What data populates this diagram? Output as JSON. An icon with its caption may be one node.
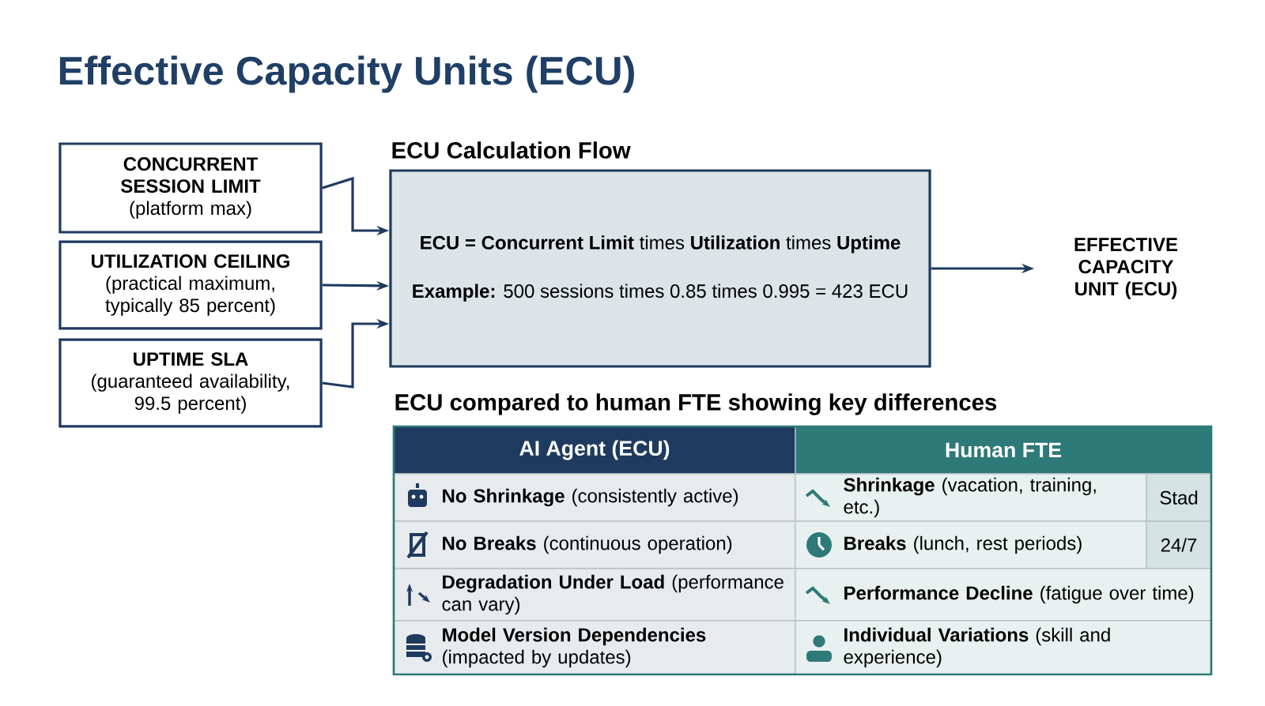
{
  "diagram": {
    "title": "Effective Capacity Units (ECU)",
    "nodes": [
      {
        "text": [
          "CONCURRENT SESSION LIMIT",
          "(platform max)"
        ]
      },
      {
        "text": [
          "UTILIZATION CEILING",
          "(practical maximum, typically 85 percent)"
        ]
      },
      {
        "text": [
          "UPTIME SLA",
          "(guaranteed availability, 99.5 percent)"
        ]
      },
      {
        "text": [
          "ECU Calculation Flow",
          "**ECU = Concurrent Limit** times **Utilization** times **Uptime**",
          "**Example:** 500 sessions times 0.85 times 0.995 = 423 ECU"
        ]
      },
      {
        "text": [
          "EFFECTIVE CAPACITY UNIT (ECU)"
        ]
      }
    ],
    "edges": [
      {
        "from": 0,
        "to": 3,
        "arrow": "to"
      },
      {
        "from": 1,
        "to": 3,
        "arrow": "to"
      },
      {
        "from": 2,
        "to": 3,
        "arrow": "to"
      },
      {
        "from": 3,
        "to": 4,
        "arrow": "to"
      }
    ],
    "labels": [
      "ECU compared to human FTE showing key differences",
      "AI Agent (ECU)",
      "Human FTE",
      "**No Shrinkage** (consistently active)",
      "**Shrinkage** (vacation, training, etc.)",
      "Stad",
      "**No Breaks** (continuous operation)",
      "**Breaks** (lunch, rest periods)",
      "24/7",
      "**Degradation Under Load** (performance can vary)",
      "**Performance Decline** (fatigue over time)",
      "**Model Version Dependencies** (impacted by updates)",
      "**Individual Variations** (skill and experience)"
    ]
  }
}
